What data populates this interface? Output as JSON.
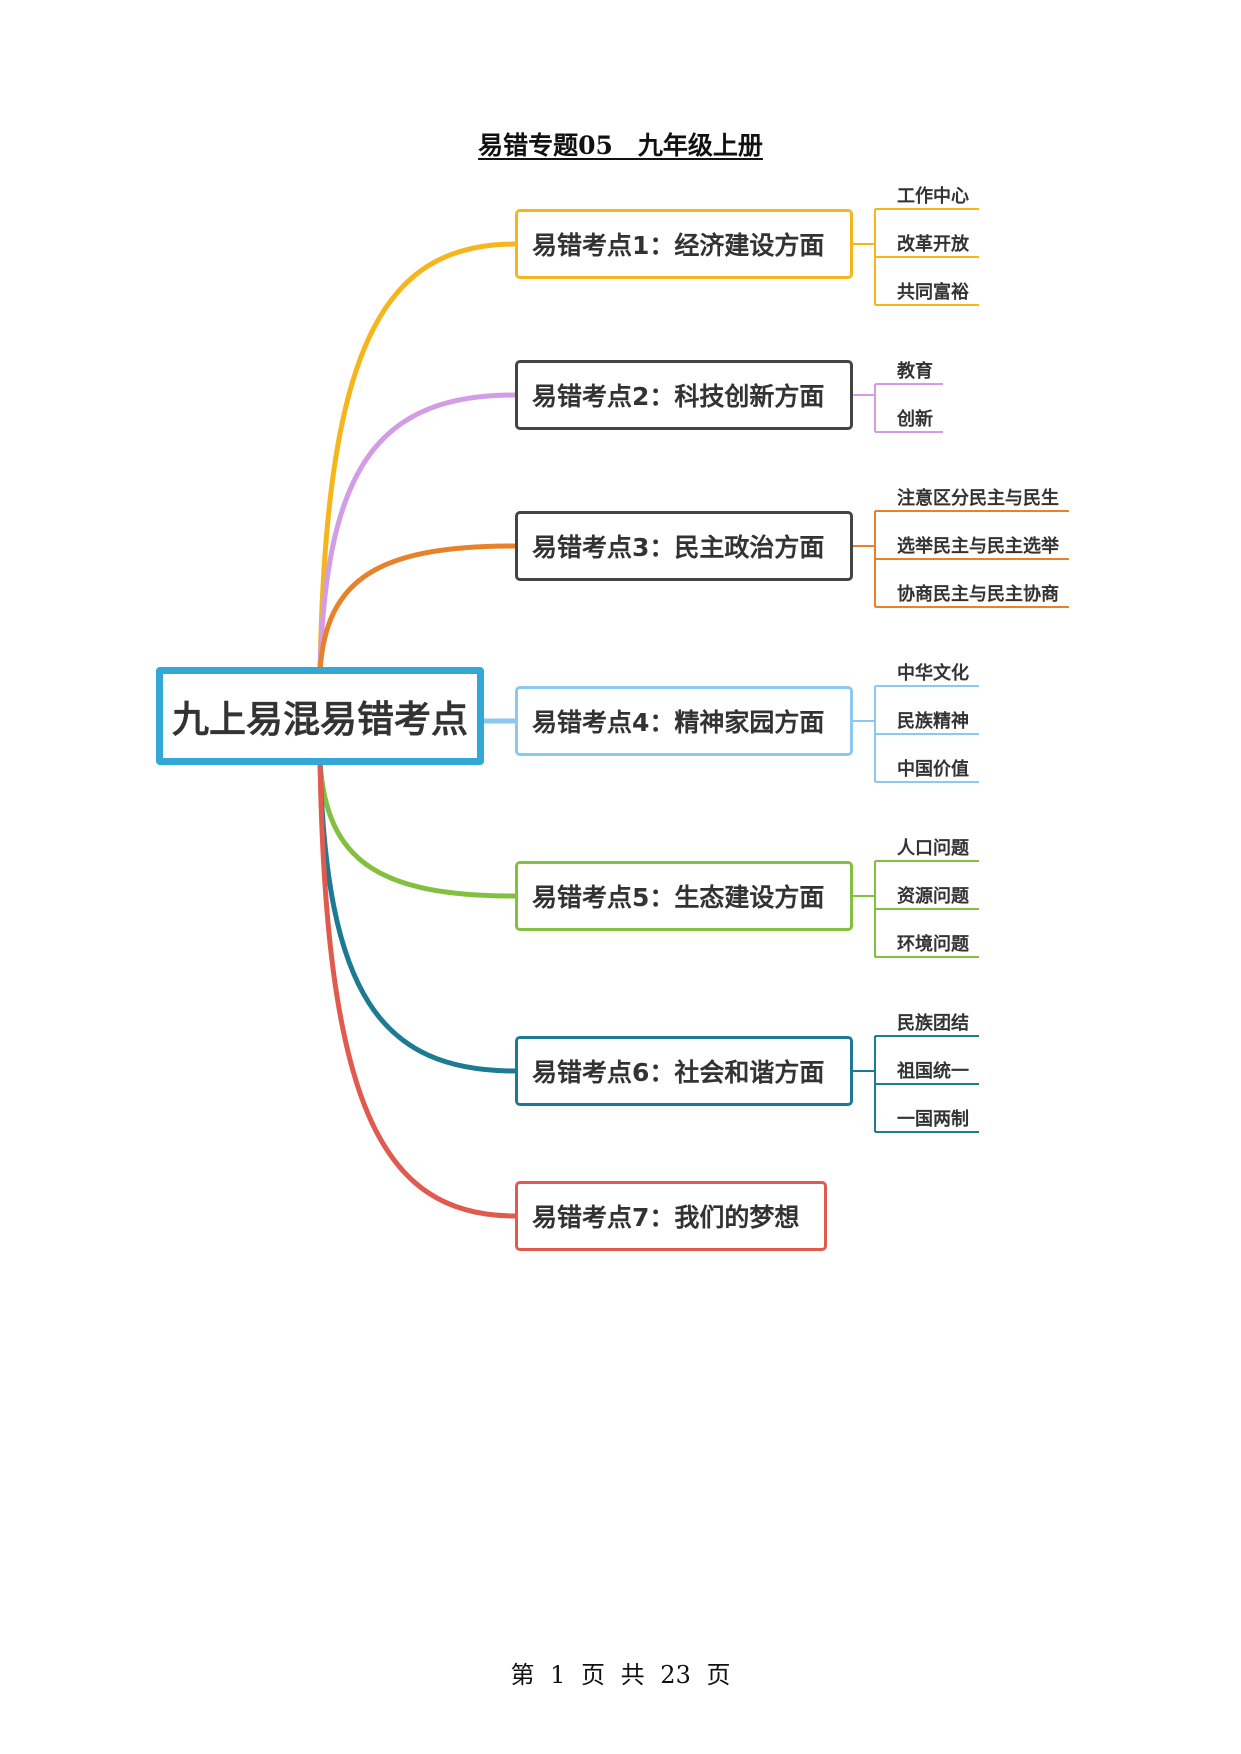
{
  "document": {
    "title": "易错专题05　九年级上册",
    "footer": "第 1 页 共 23 页"
  },
  "mindmap": {
    "central": "九上易混易错考点",
    "central_color": "#33a8d6",
    "branches": [
      {
        "label": "易错考点1：经济建设方面",
        "color": "#f6b51b",
        "border": "#f6b51b",
        "children": [
          "工作中心",
          "改革开放",
          "共同富裕"
        ]
      },
      {
        "label": "易错考点2：科技创新方面",
        "color": "#d39de6",
        "border": "#444444",
        "children": [
          "教育",
          "创新"
        ]
      },
      {
        "label": "易错考点3：民主政治方面",
        "color": "#e8822a",
        "border": "#444444",
        "children": [
          "注意区分民主与民生",
          "选举民主与民主选举",
          "协商民主与民主协商"
        ]
      },
      {
        "label": "易错考点4：精神家园方面",
        "color": "#8cc8f0",
        "border": "#8cc8f0",
        "children": [
          "中华文化",
          "民族精神",
          "中国价值"
        ]
      },
      {
        "label": "易错考点5：生态建设方面",
        "color": "#84c040",
        "border": "#84c040",
        "children": [
          "人口问题",
          "资源问题",
          "环境问题"
        ]
      },
      {
        "label": "易错考点6：社会和谐方面",
        "color": "#1c7a92",
        "border": "#1c7a92",
        "children": [
          "民族团结",
          "祖国统一",
          "一国两制"
        ]
      },
      {
        "label": "易错考点7：我们的梦想",
        "color": "#e05a4e",
        "border": "#e05a4e",
        "children": []
      }
    ]
  }
}
